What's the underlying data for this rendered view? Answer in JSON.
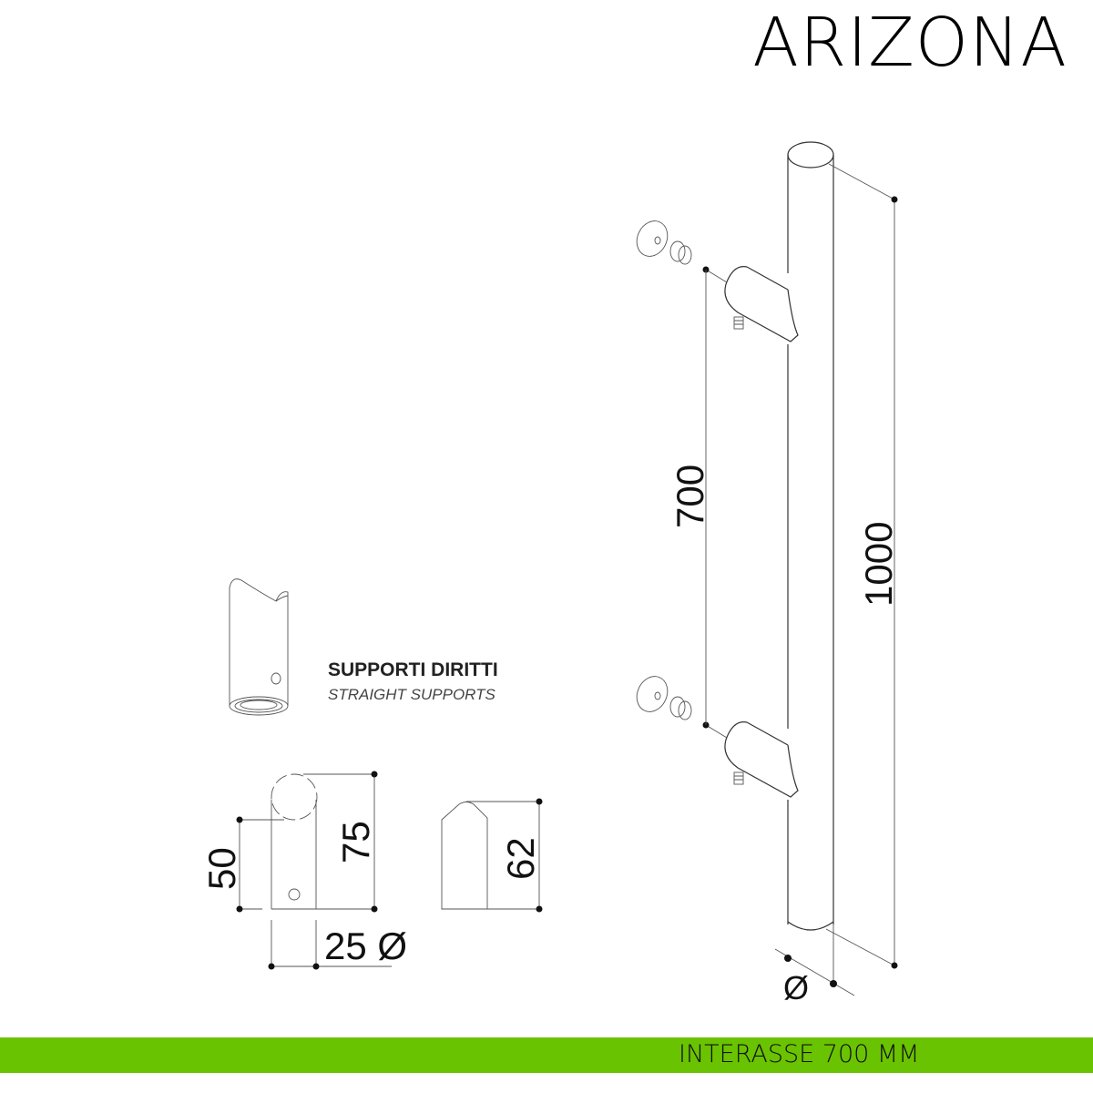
{
  "title": "ARIZONA",
  "supports": {
    "title": "SUPPORTI DIRITTI",
    "subtitle": "STRAIGHT SUPPORTS"
  },
  "dimensions": {
    "handle_length": "1000",
    "center_distance": "700",
    "diameter_symbol": "Ø",
    "support_height": "75",
    "support_hole_height": "50",
    "support_diameter": "25 Ø",
    "support_side_height": "62"
  },
  "footer": {
    "label": "INTERASSE 700 MM"
  },
  "colors": {
    "accent": "#6ac300"
  }
}
